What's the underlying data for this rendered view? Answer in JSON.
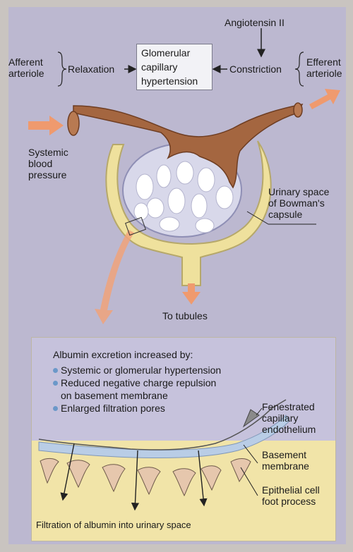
{
  "labels": {
    "angiotensin": "Angiotensin II",
    "afferent_1": "Afferent",
    "afferent_2": "arteriole",
    "efferent_1": "Efferent",
    "efferent_2": "arteriole",
    "relaxation": "Relaxation",
    "constriction": "Constriction",
    "box_1": "Glomerular",
    "box_2": "capillary",
    "box_3": "hypertension",
    "systemic_1": "Systemic",
    "systemic_2": "blood",
    "systemic_3": "pressure",
    "urinary_1": "Urinary space",
    "urinary_2": "of Bowman's",
    "urinary_3": "capsule",
    "tubules": "To tubules"
  },
  "inset": {
    "heading": "Albumin excretion increased  by:",
    "bullets": [
      "Systemic or glomerular hypertension",
      "Reduced negative charge repulsion",
      "on basement membrane",
      "Enlarged filtration pores"
    ],
    "fenestrated": [
      "Fenestrated",
      "capillary",
      "endothelium"
    ],
    "basement": [
      "Basement",
      "membrane"
    ],
    "epithelial": [
      "Epithelial cell",
      "foot process"
    ],
    "caption": "Filtration of albumin into urinary space"
  },
  "colors": {
    "arteriole": "#a46640",
    "capsule": "#efe19d",
    "arrow": "#ef9a6e",
    "bullet": "#6b98c9"
  }
}
